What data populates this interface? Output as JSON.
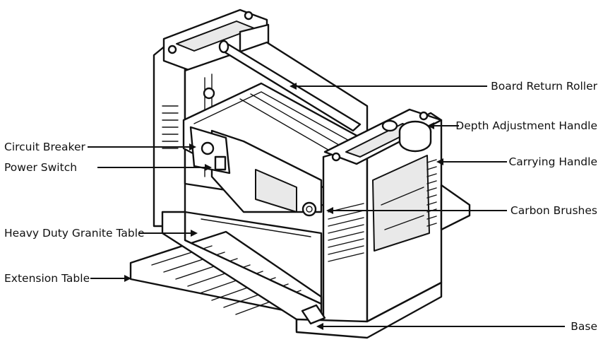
{
  "diagram": {
    "labels": [
      {
        "id": "board-return-roller",
        "text": "Board Return Roller"
      },
      {
        "id": "depth-adjustment-handle",
        "text": "Depth Adjustment Handle"
      },
      {
        "id": "circuit-breaker",
        "text": "Circuit Breaker"
      },
      {
        "id": "carrying-handle",
        "text": "Carrying Handle"
      },
      {
        "id": "power-switch",
        "text": "Power Switch"
      },
      {
        "id": "carbon-brushes",
        "text": "Carbon Brushes"
      },
      {
        "id": "heavy-duty-granite-table",
        "text": "Heavy Duty Granite Table"
      },
      {
        "id": "extension-table",
        "text": "Extension Table"
      },
      {
        "id": "base",
        "text": "Base"
      }
    ]
  },
  "colors": {
    "line": "#111111",
    "fill": "#ffffff",
    "shade": "#e9e9e9"
  }
}
